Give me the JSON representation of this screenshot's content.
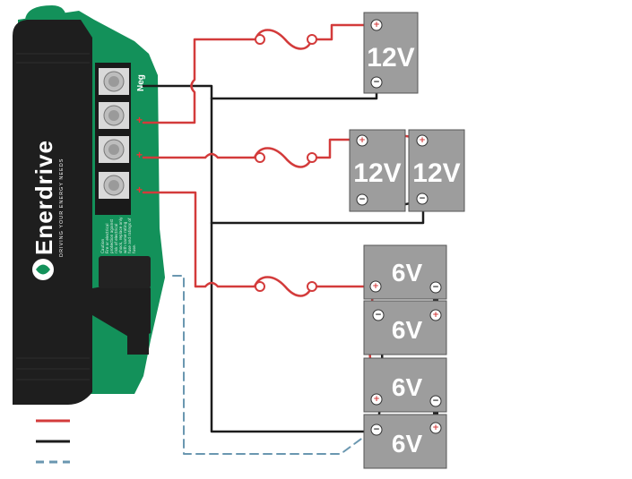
{
  "charger": {
    "brand": "Enerdrive",
    "tagline": "DRIVING YOUR ENERGY NEEDS",
    "neg_label": "Neg",
    "pos_symbol": "+",
    "warning_text": [
      "Caution",
      "Fire or electrical",
      "protection against",
      "risk of electrical",
      "shock, replace only",
      "with same rating",
      "fuse and ratings of",
      "fuse."
    ]
  },
  "banks": [
    {
      "voltage_label": "12V"
    },
    {
      "voltage_label": "12V"
    },
    {
      "voltage_label": "12V"
    },
    {
      "voltage_label": "6V"
    },
    {
      "voltage_label": "6V"
    },
    {
      "voltage_label": "6V"
    },
    {
      "voltage_label": "6V"
    }
  ],
  "terminals": {
    "positive": "+",
    "negative": "−"
  },
  "colors": {
    "positive_wire": "#d33b3b",
    "negative_wire": "#1c1c1c",
    "sensor_wire": "#6a97b0",
    "battery": "#9d9d9d",
    "charger_green": "#13915a",
    "charger_black": "#1e1e1e"
  },
  "legend": [
    {
      "color": "#d33b3b",
      "style": "solid"
    },
    {
      "color": "#1c1c1c",
      "style": "solid"
    },
    {
      "color": "#6a97b0",
      "style": "dashed"
    }
  ]
}
